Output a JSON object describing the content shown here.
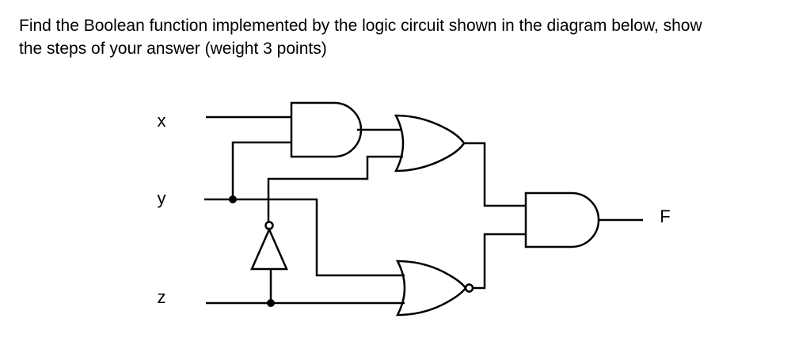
{
  "question": {
    "line1": "Find the Boolean function implemented by the logic circuit shown in the diagram below, show",
    "line2": "the steps of your answer (weight 3 points)"
  },
  "diagram": {
    "inputs": {
      "x": "x",
      "y": "y",
      "z": "z"
    },
    "output": "F",
    "gates": [
      "and",
      "or",
      "not",
      "nor",
      "and"
    ]
  }
}
